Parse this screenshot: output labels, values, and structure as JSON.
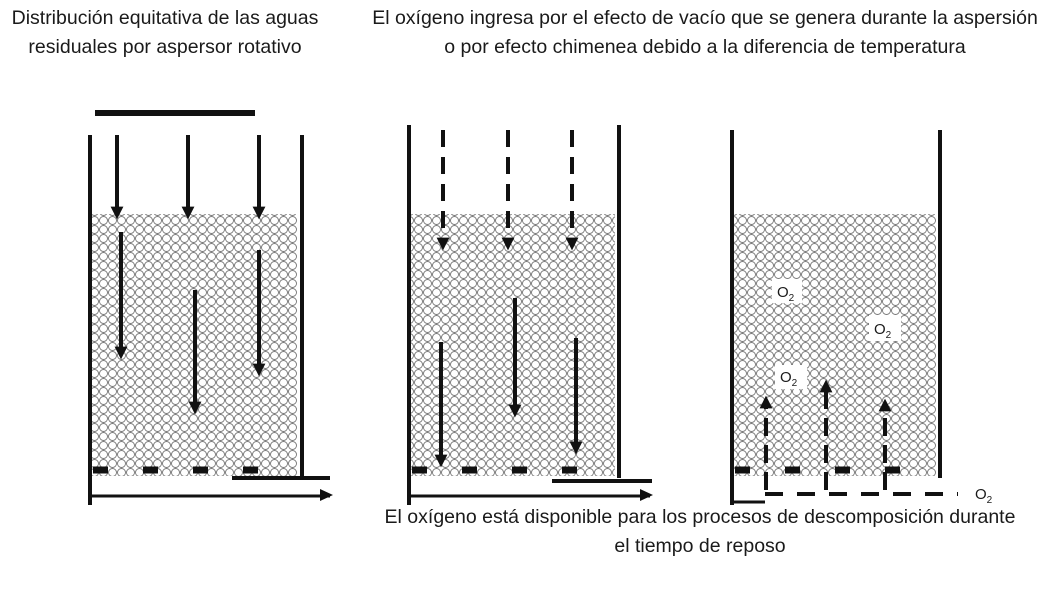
{
  "captions": {
    "left": "Distribución equitativa de las aguas residuales por aspersor rotativo",
    "top": "El oxígeno ingresa por el efecto de vacío que se genera durante la aspersión o por efecto chimenea debido a la diferencia de temperatura",
    "bottom": "El oxígeno está disponible para los procesos de descomposición durante el tiempo de reposo"
  },
  "labels": {
    "o2_main": "O",
    "o2_sub": "2"
  }
}
